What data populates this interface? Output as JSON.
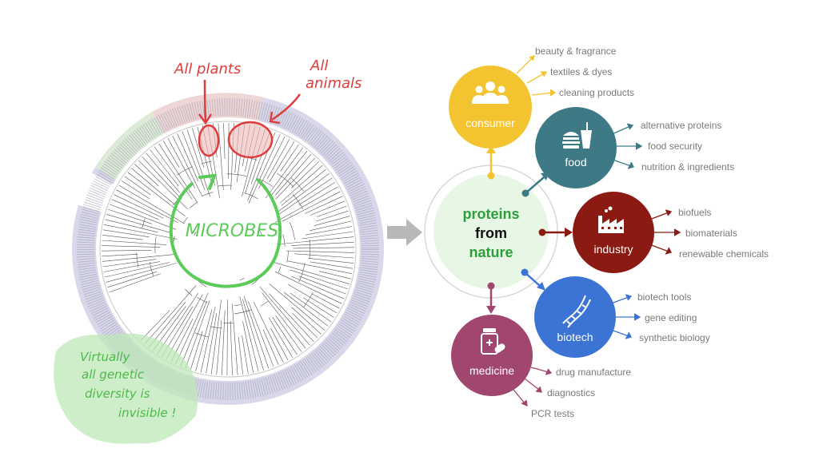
{
  "tree": {
    "annotations": {
      "plants": "All plants",
      "animals_line1": "All",
      "animals_line2": "animals",
      "microbes": "MICROBES",
      "note_line1": "Virtually",
      "note_line2": "all genetic",
      "note_line3": "diversity is",
      "note_line4": "invisible !"
    }
  },
  "center": {
    "line1": "proteins",
    "line2": "from",
    "line3": "nature"
  },
  "categories": {
    "consumer": {
      "label": "consumer",
      "color": "#F4C430",
      "icon": "people-icon",
      "items": [
        "beauty & fragrance",
        "textiles & dyes",
        "cleaning products"
      ]
    },
    "food": {
      "label": "food",
      "color": "#3E7A86",
      "icon": "burger-drink-icon",
      "items": [
        "alternative proteins",
        "food security",
        "nutrition & ingredients"
      ]
    },
    "industry": {
      "label": "industry",
      "color": "#8B1A12",
      "icon": "factory-icon",
      "items": [
        "biofuels",
        "biomaterials",
        "renewable chemicals"
      ]
    },
    "biotech": {
      "label": "biotech",
      "color": "#3C74D6",
      "icon": "dna-icon",
      "items": [
        "biotech tools",
        "gene editing",
        "synthetic biology"
      ]
    },
    "medicine": {
      "label": "medicine",
      "color": "#A0466F",
      "icon": "medicine-bottle-icon",
      "items": [
        "drug manufacture",
        "diagnostics",
        "PCR tests"
      ]
    }
  },
  "colors": {
    "center_green": "#2E9E3B",
    "center_fill": "#E8F6E6",
    "arrow_grey": "#B8B8B8",
    "item_text": "#7A7A7A",
    "annotation_red": "#E03C3C",
    "annotation_green": "#5CCB5A"
  }
}
